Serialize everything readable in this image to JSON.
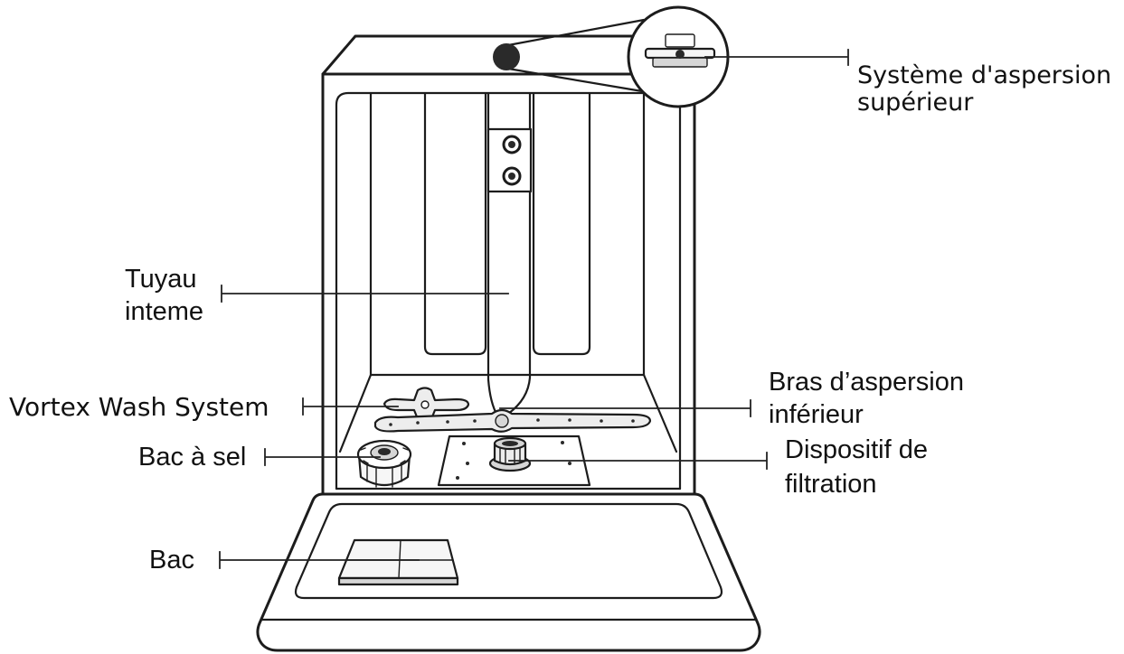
{
  "colors": {
    "line": "#1c1c1c",
    "background": "#ffffff",
    "part_fill": "#ededed"
  },
  "callouts": {
    "upper_spray_system": {
      "line1": "Système d'aspersion",
      "line2": "supérieur"
    },
    "internal_pipe": {
      "line1": "Tuyau",
      "line2": "inteme"
    },
    "vortex_wash_system": {
      "text": "Vortex Wash System"
    },
    "lower_spray_arm": {
      "line1": "Bras d’aspersion",
      "line2": "inférieur"
    },
    "salt_container": {
      "text": "Bac à sel"
    },
    "filter_assembly": {
      "line1": "Dispositif de",
      "line2": "filtration"
    },
    "detergent_dispenser": {
      "text": "Bac"
    }
  }
}
